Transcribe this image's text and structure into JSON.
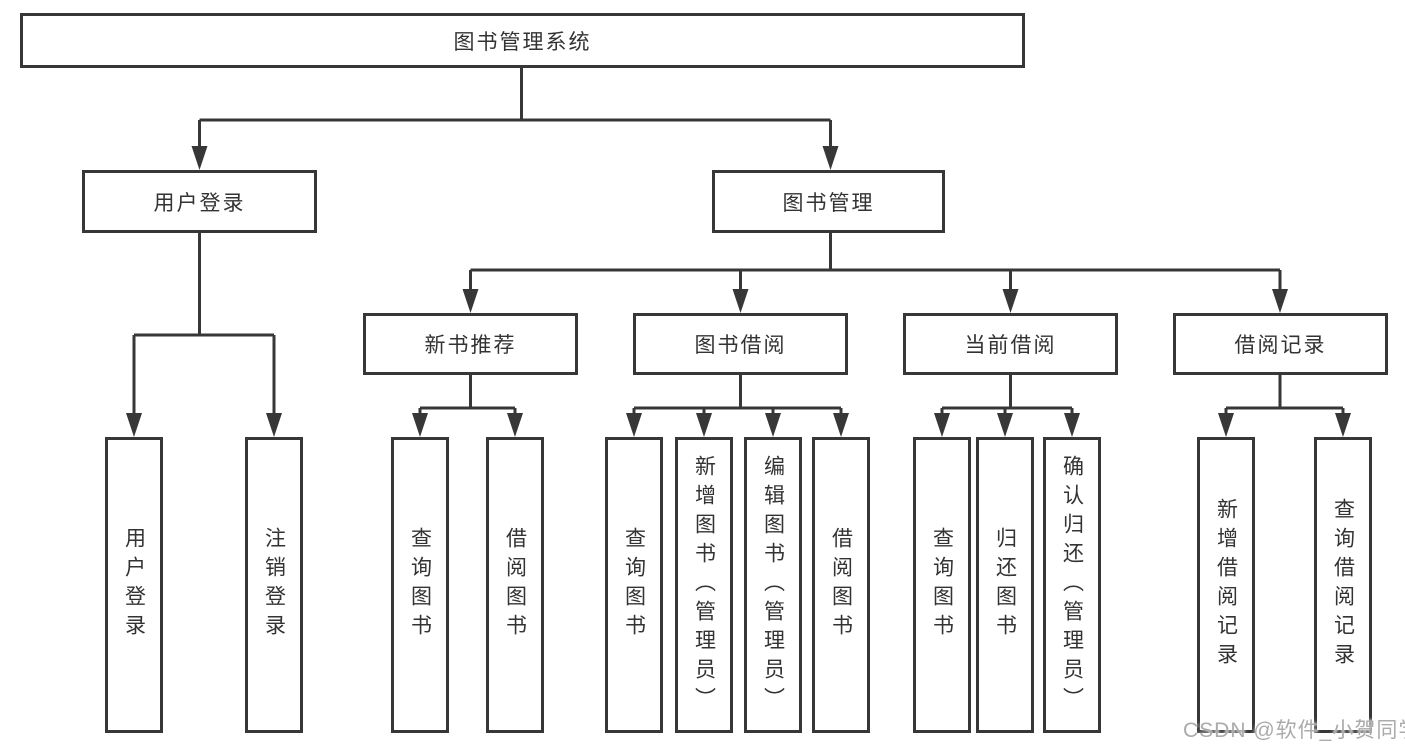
{
  "root": {
    "label": "图书管理系统"
  },
  "branches": [
    {
      "label": "用户登录",
      "children": [
        {
          "label": "用户登录"
        },
        {
          "label": "注销登录"
        }
      ]
    },
    {
      "label": "图书管理",
      "children": [
        {
          "label": "新书推荐",
          "children": [
            {
              "label": "查询图书"
            },
            {
              "label": "借阅图书"
            }
          ]
        },
        {
          "label": "图书借阅",
          "children": [
            {
              "label": "查询图书"
            },
            {
              "label": "新增图书（管理员）"
            },
            {
              "label": "编辑图书（管理员）"
            },
            {
              "label": "借阅图书"
            }
          ]
        },
        {
          "label": "当前借阅",
          "children": [
            {
              "label": "查询图书"
            },
            {
              "label": "归还图书"
            },
            {
              "label": "确认归还（管理员）"
            }
          ]
        },
        {
          "label": "借阅记录",
          "children": [
            {
              "label": "新增借阅记录"
            },
            {
              "label": "查询借阅记录"
            }
          ]
        }
      ]
    }
  ],
  "watermark": {
    "text": "CSDN @软件_小贺同学"
  },
  "colors": {
    "line": "#373737",
    "text": "#333333",
    "background": "#ffffff",
    "watermark": "#ababab"
  }
}
